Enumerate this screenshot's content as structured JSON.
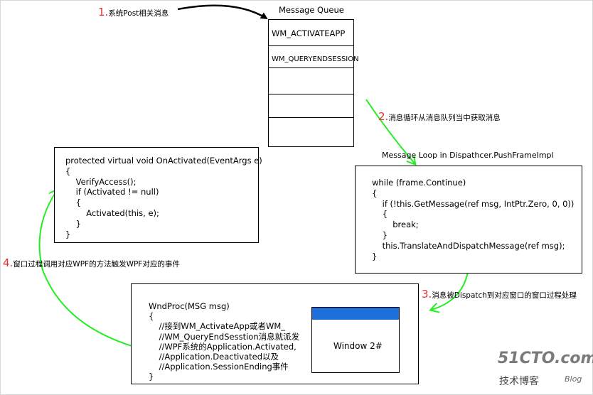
{
  "queue": {
    "title": "Message Queue",
    "items": [
      "WM_ACTIVATEAPP",
      "WM_QUERYENDSESSION",
      "",
      "",
      ""
    ]
  },
  "steps": [
    {
      "num": "1.",
      "text": "系统Post相关消息"
    },
    {
      "num": "2.",
      "text": "消息循环从消息队列当中获取消息"
    },
    {
      "num": "3.",
      "text": "消息被Dispatch到对应窗口的窗口过程处理"
    },
    {
      "num": "4.",
      "text": "窗口过程调用对应WPF的方法触发WPF对应的事件"
    }
  ],
  "loop": {
    "title": "Message Loop in Dispathcer.PushFrameImpl",
    "code": [
      "while (frame.Continue)",
      "{",
      "    if (!this.GetMessage(ref msg, IntPtr.Zero, 0, 0))",
      "    {",
      "        break;",
      "    }",
      "    this.TranslateAndDispatchMessage(ref msg);",
      "}"
    ]
  },
  "onactivated": {
    "code": [
      "protected virtual void OnActivated(EventArgs e)",
      "{",
      "    VerifyAccess();",
      "    if (Activated != null)",
      "    {",
      "        Activated(this, e);",
      "    }",
      "}"
    ]
  },
  "wndproc": {
    "code": [
      "WndProc(MSG msg)",
      "{",
      "    //接到WM_ActivateApp或者WM_",
      "    //WM_QueryEndSesstion消息就派发",
      "    //WPF系统的Application.Activated,",
      "    //Application.Deactivated以及",
      "    //Application.SessionEnding事件",
      "}"
    ]
  },
  "window": {
    "label": "Window 2#",
    "titlebar_color": "#1e6fd9"
  },
  "watermark": {
    "main": "51CTO.com",
    "sub": "技术博客",
    "blog": "Blog"
  },
  "colors": {
    "arrow_green": "#22ee22",
    "step_number": "#e03030"
  }
}
